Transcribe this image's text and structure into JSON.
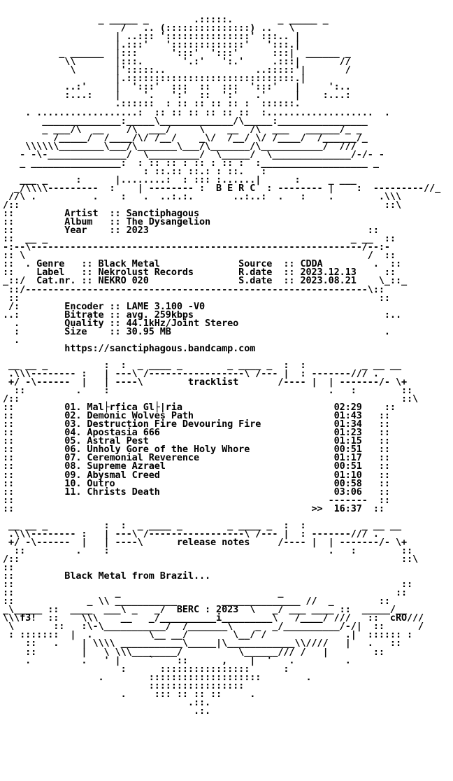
{
  "nfo": {
    "art_top": "                 _ _____ _        .:::::.        _ _____ _\n                     /   .. (:::::::::::::::) ..   \\\n                    | ..::: ':::::::::::::::' :::.. |\n                    |.:::'   ':::::::::::::'   ':::.|\n          _ ______  |:::      ':::'  ':::'      :::|  ______ _\n           \\\\       |:::.       '.:'   ':.'     .:::|       //\n            \\       |':::::..                ..:::::'|       /\n                    |.::::::::::::::::::::::::::::::.|\n           ..:'     |  ':::'  :::  ::  :::  ':::'   |     ':..\n           :...:    |    '.   ':'  ::  ':'   .'     |    :...:\n                    .::::::  : :: :: :: :: :  ::::::.\n    . ..................:  :: :: :: :: :: ::  :...................  .\n       ______________:_____\\_____________/\\_____:________________\n       _ ___/\\  __    /\\  ___/     \\    __  /\\  ___   ______/_ _\n         /_____/  /____/\\/ /__/    _\\/  /__/ \\/ /____/  /______/_\n    \\\\\\\\\\\\________\\___/\\_______\\___/\\_______/\\___________/  ///\n   - -\\-______________/  \\_________/  \\_____/  \\______________/-/- -\n   _ ________________:  : :: :: : :: : :: :  :___________________ _\n                         : ::.:: ::.: : ::.   :\n   ___ _     :      |........:  : ::: :......|      :     _ ___\n  _/\\\\\\\\---------  :    | -------- :  B E R C  : -------- |    :  ---------//_\n //\\ .          .    :   .  ..:.:.       ..:..:  .   :    .        .\\\\\\\n/::                                                                 ::\\",
    "artist_label": "Artist  ::",
    "artist": "Sanctiphagous",
    "album_label": "Album   ::",
    "album": "The Dysangelion",
    "year_label": "Year    ::",
    "year": "2023",
    "genre_label": "Genre   ::",
    "genre": "Black Metal",
    "label_label": "Label   ::",
    "label": "Nekrolust Records",
    "catnr_label": "Cat.nr. ::",
    "catnr": "NEKRO 020",
    "source_label": "Source  ::",
    "source": "CDDA",
    "rdate_label": "R.date  ::",
    "rdate": "2023.12.13",
    "sdate_label": "S.date  ::",
    "sdate": "2023.08.21",
    "encoder_label": "Encoder ::",
    "encoder": "LAME 3.100 -V0",
    "bitrate_label": "Bitrate ::",
    "bitrate": "avg. 259kbps",
    "quality_label": "Quality ::",
    "quality": "44.1kHz/Joint Stereo",
    "size_label": "Size    ::",
    "size": "30.95 MB",
    "url": "https://sanctiphagous.bandcamp.com",
    "tracklist_header": "tracklist",
    "tracks": [
      {
        "num": "01.",
        "title": "Mal├rfica Gl├|ria",
        "time": "02:29"
      },
      {
        "num": "02.",
        "title": "Demonic Wolves Path",
        "time": "01:43"
      },
      {
        "num": "03.",
        "title": "Destruction Fire Devouring Fire",
        "time": "01:34"
      },
      {
        "num": "04.",
        "title": "Apostasia 666",
        "time": "01:23"
      },
      {
        "num": "05.",
        "title": "Astral Pest",
        "time": "01:15"
      },
      {
        "num": "06.",
        "title": "Unholy Gore of the Holy Whore",
        "time": "00:51"
      },
      {
        "num": "07.",
        "title": "Ceremonial Reverence",
        "time": "01:17"
      },
      {
        "num": "08.",
        "title": "Supreme Azrael",
        "time": "00:51"
      },
      {
        "num": "09.",
        "title": "Abysmal Creed",
        "time": "01:10"
      },
      {
        "num": "10.",
        "title": "Outro",
        "time": "00:58"
      },
      {
        "num": "11.",
        "title": "Christs Death",
        "time": "03:06"
      }
    ],
    "total_prefix": ">>",
    "total": "16:37",
    "release_notes_header": "release notes",
    "release_notes": "Black Metal from Brazil...",
    "footer_signature": "BERC : 2023",
    "tag_left": "f3!",
    "tag_right": "cRO"
  }
}
